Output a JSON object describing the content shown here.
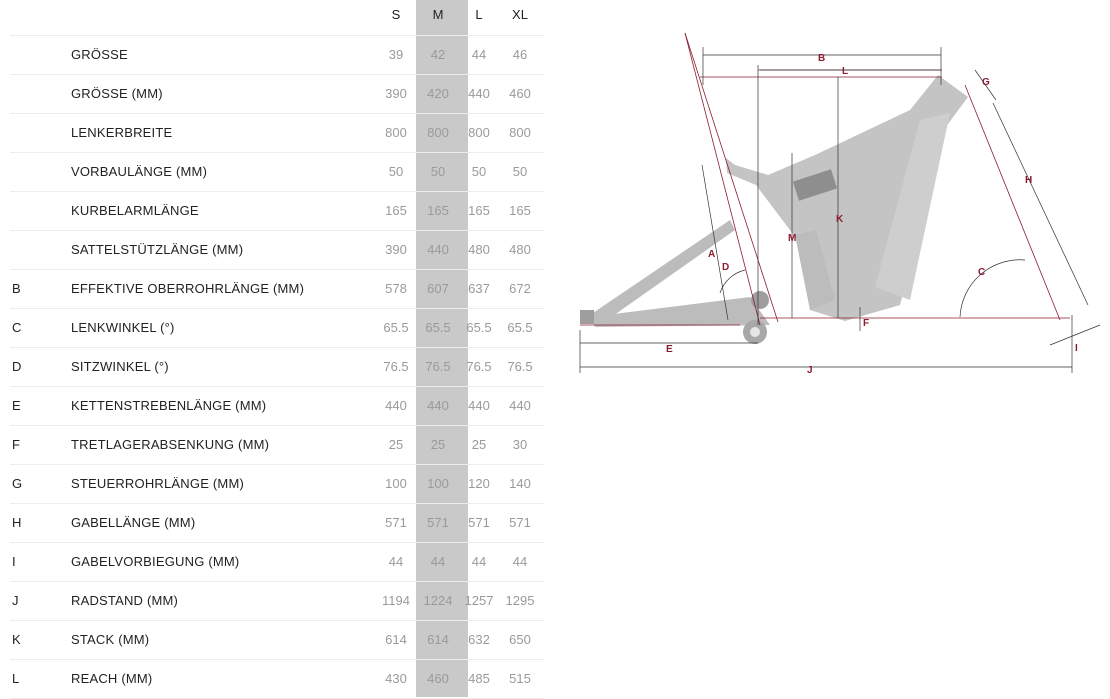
{
  "sizes": [
    "S",
    "M",
    "L",
    "XL"
  ],
  "rows": [
    {
      "code": "",
      "label": "GRÖSSE",
      "values": [
        "39",
        "42",
        "44",
        "46"
      ]
    },
    {
      "code": "",
      "label": "GRÖSSE (MM)",
      "values": [
        "390",
        "420",
        "440",
        "460"
      ]
    },
    {
      "code": "",
      "label": "LENKERBREITE",
      "values": [
        "800",
        "800",
        "800",
        "800"
      ]
    },
    {
      "code": "",
      "label": "VORBAULÄNGE (MM)",
      "values": [
        "50",
        "50",
        "50",
        "50"
      ]
    },
    {
      "code": "",
      "label": "KURBELARMLÄNGE",
      "values": [
        "165",
        "165",
        "165",
        "165"
      ]
    },
    {
      "code": "",
      "label": "SATTELSTÜTZLÄNGE (MM)",
      "values": [
        "390",
        "440",
        "480",
        "480"
      ]
    },
    {
      "code": "B",
      "label": "EFFEKTIVE OBERROHRLÄNGE (MM)",
      "values": [
        "578",
        "607",
        "637",
        "672"
      ]
    },
    {
      "code": "C",
      "label": "LENKWINKEL (°)",
      "values": [
        "65.5",
        "65.5",
        "65.5",
        "65.5"
      ]
    },
    {
      "code": "D",
      "label": "SITZWINKEL (°)",
      "values": [
        "76.5",
        "76.5",
        "76.5",
        "76.5"
      ]
    },
    {
      "code": "E",
      "label": "KETTENSTREBENLÄNGE (MM)",
      "values": [
        "440",
        "440",
        "440",
        "440"
      ]
    },
    {
      "code": "F",
      "label": "TRETLAGERABSENKUNG (MM)",
      "values": [
        "25",
        "25",
        "25",
        "30"
      ]
    },
    {
      "code": "G",
      "label": "STEUERROHRLÄNGE (MM)",
      "values": [
        "100",
        "100",
        "120",
        "140"
      ]
    },
    {
      "code": "H",
      "label": "GABELLÄNGE (MM)",
      "values": [
        "571",
        "571",
        "571",
        "571"
      ]
    },
    {
      "code": "I",
      "label": "GABELVORBIEGUNG (MM)",
      "values": [
        "44",
        "44",
        "44",
        "44"
      ]
    },
    {
      "code": "J",
      "label": "RADSTAND (MM)",
      "values": [
        "1194",
        "1224",
        "1257",
        "1295"
      ]
    },
    {
      "code": "K",
      "label": "STACK (MM)",
      "values": [
        "614",
        "614",
        "632",
        "650"
      ]
    },
    {
      "code": "L",
      "label": "REACH (MM)",
      "values": [
        "430",
        "460",
        "485",
        "515"
      ]
    }
  ],
  "diagram": {
    "letters": [
      "A",
      "B",
      "C",
      "D",
      "E",
      "F",
      "G",
      "H",
      "I",
      "J",
      "K",
      "L",
      "M"
    ]
  },
  "colors": {
    "accent": "#8b1d2e",
    "highlight_column": "#c9c9c9",
    "value_text": "#9a9a9a",
    "frame_fill": "#c4c4c4"
  }
}
